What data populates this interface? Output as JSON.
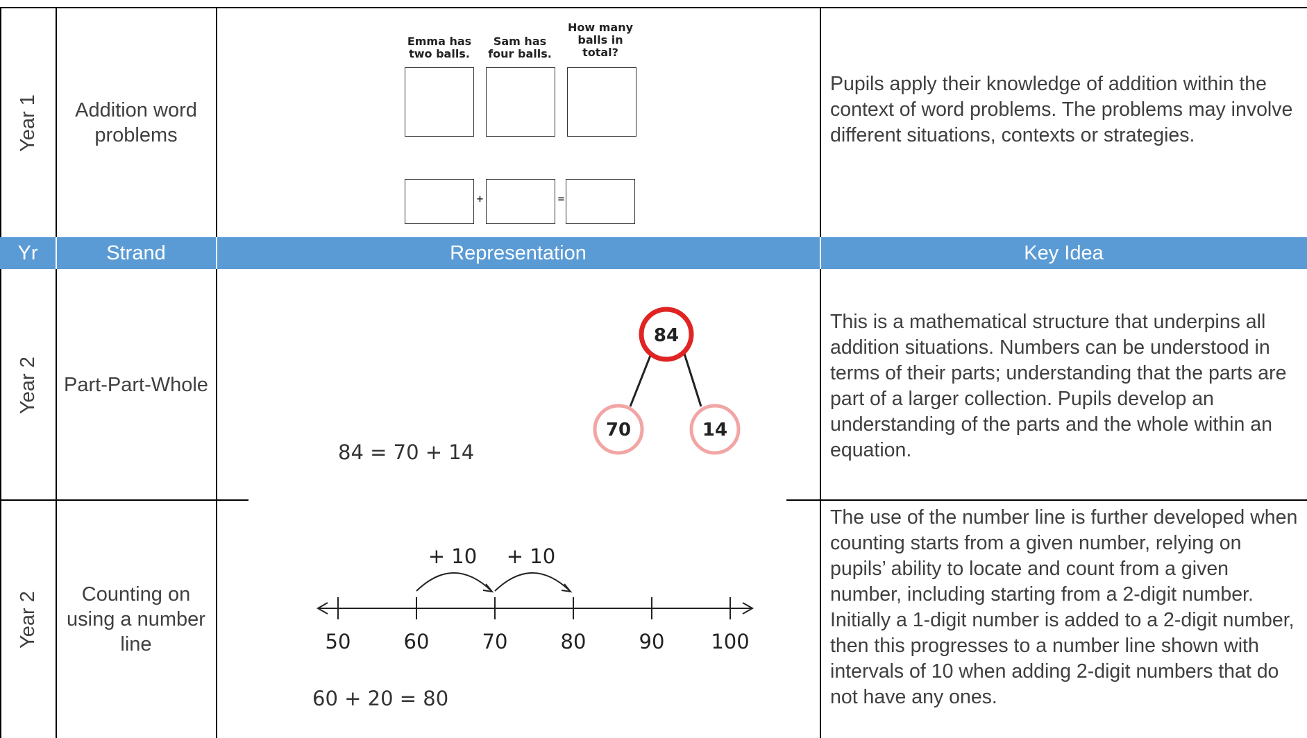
{
  "header": {
    "yr": "Yr",
    "strand": "Strand",
    "representation": "Representation",
    "key_idea": "Key Idea"
  },
  "rows": [
    {
      "year": "Year 1",
      "strand": "Addition word problems",
      "key_idea": "Pupils apply their knowledge of addition within the context of word problems. The problems may involve different situations, contexts or strategies.",
      "representation": {
        "labels": [
          "Emma has two balls.",
          "Sam has four balls.",
          "How many balls in total?"
        ],
        "plus": "+",
        "equals": "="
      }
    },
    {
      "year": "Year 2",
      "strand": "Part-Part-Whole",
      "key_idea": "This is a mathematical structure that underpins all addition situations. Numbers can be understood in terms of their parts; understanding that the parts are part of a larger collection. Pupils develop an understanding of the parts and the whole within an equation.",
      "representation": {
        "whole": "84",
        "part_a": "70",
        "part_b": "14",
        "equation": "84 = 70 + 14",
        "whole_color": "#e02424",
        "part_color": "#f2a5a5"
      }
    },
    {
      "year": "Year 2",
      "strand": "Counting on using a number line",
      "key_idea": "The use of the number line is further developed when counting starts from a given number, relying on pupils’ ability to locate and count from a given number, including starting from a 2-digit number. Initially a 1-digit number is added to a 2-digit number, then this progresses to a number line shown with intervals of 10 when adding 2-digit numbers that do not have any ones.",
      "representation": {
        "jumps": [
          "+ 10",
          "+ 10"
        ],
        "ticks": [
          "50",
          "60",
          "70",
          "80",
          "90",
          "100"
        ],
        "equation": "60 + 20 = 80"
      }
    }
  ]
}
